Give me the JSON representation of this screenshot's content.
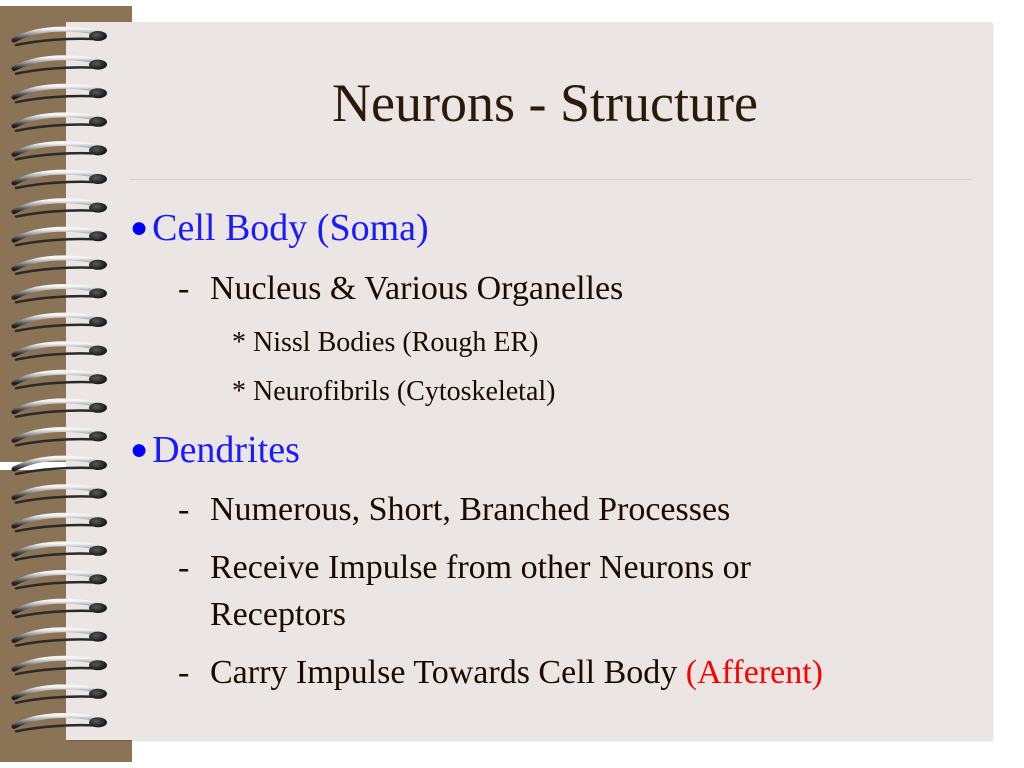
{
  "slide": {
    "title": "Neurons - Structure",
    "sections": [
      {
        "heading": "Cell Body (Soma)",
        "items": [
          {
            "text": "Nucleus & Various Organelles"
          },
          {
            "subitems": [
              "* Nissl Bodies (Rough ER)",
              "* Neurofibrils (Cytoskeletal)"
            ]
          }
        ]
      },
      {
        "heading": "Dendrites",
        "items": [
          {
            "text": "Numerous, Short, Branched Processes"
          },
          {
            "text_line1": "Receive Impulse from other Neurons or",
            "text_line2": "Receptors"
          },
          {
            "text": "Carry Impulse Towards Cell Body",
            "highlight": "(Afferent)"
          }
        ]
      }
    ],
    "bullet_char": "●",
    "dash_char": "-"
  },
  "colors": {
    "heading": "#0000ff",
    "highlight": "#ff0000",
    "paper": "#ebe6e3",
    "strip": "#8b7355"
  }
}
